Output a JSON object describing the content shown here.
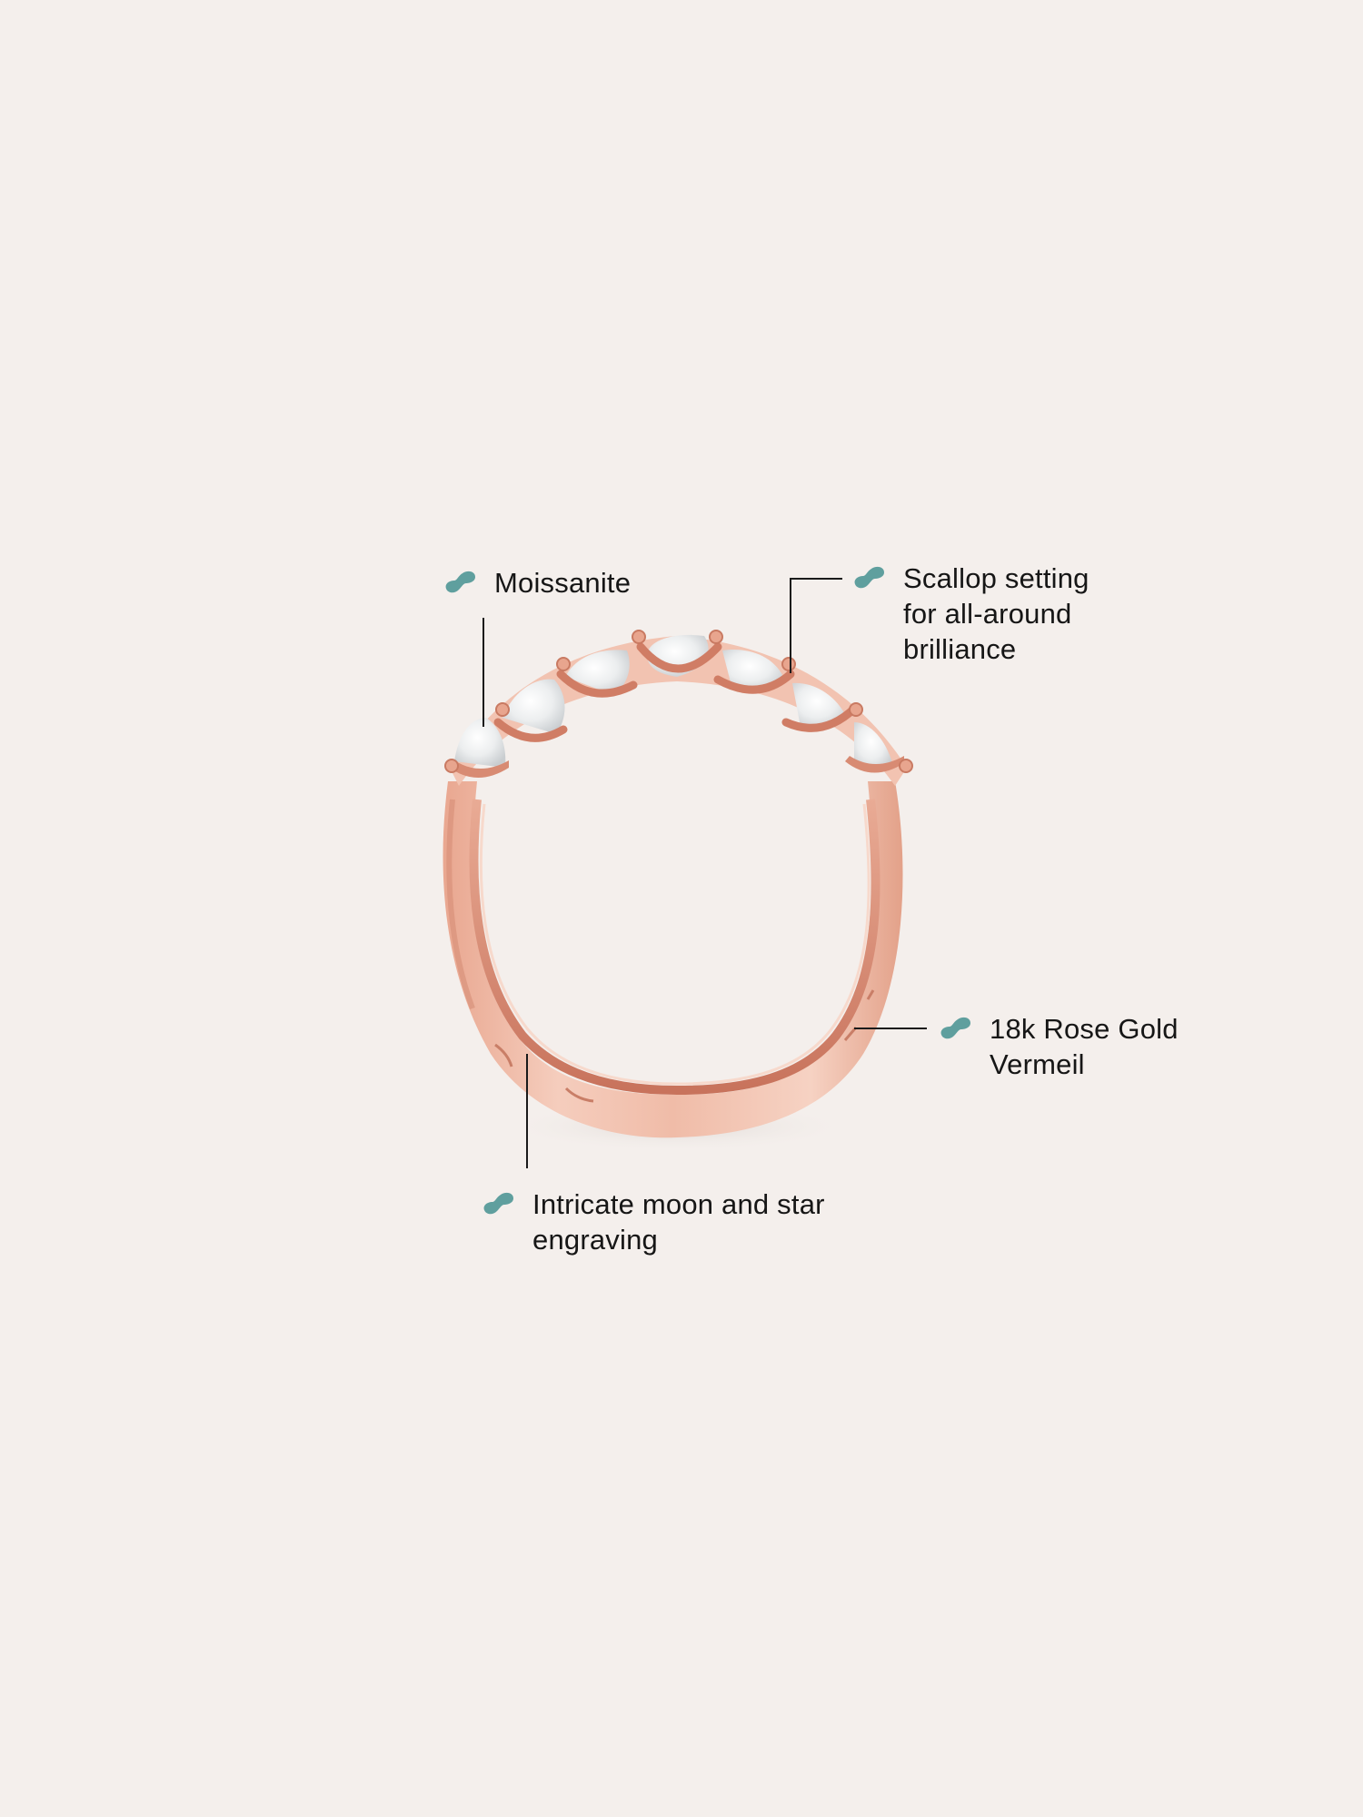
{
  "colors": {
    "background": "#f4efec",
    "accent_teal": "#5f9f9e",
    "rose_gold_light": "#f2c7b6",
    "rose_gold_mid": "#e3a48e",
    "rose_gold_dark": "#c8735c",
    "text": "#161616"
  },
  "product": {
    "image_alt": "rose gold moissanite band ring, front view",
    "stone_count": 7
  },
  "callouts": [
    {
      "id": "moissanite",
      "icon": "teal-squiggle-bullet-icon",
      "lines": [
        "Moissanite"
      ]
    },
    {
      "id": "scallop-setting",
      "icon": "teal-squiggle-bullet-icon",
      "lines": [
        "Scallop setting",
        "for all-around",
        "brilliance"
      ]
    },
    {
      "id": "rose-gold-vermeil",
      "icon": "teal-squiggle-bullet-icon",
      "lines": [
        "18k Rose Gold",
        "Vermeil"
      ]
    },
    {
      "id": "engraving",
      "icon": "teal-squiggle-bullet-icon",
      "lines": [
        "Intricate moon and star",
        "engraving"
      ]
    }
  ]
}
